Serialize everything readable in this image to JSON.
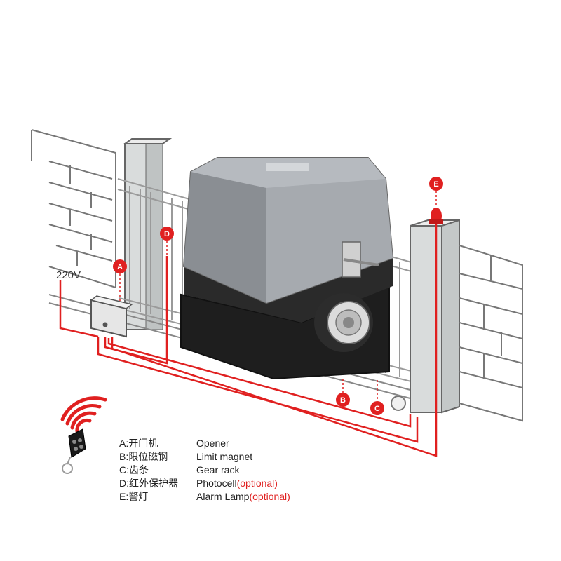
{
  "voltage_label": "220V",
  "markers": {
    "A": "A",
    "B": "B",
    "C": "C",
    "D": "D",
    "E": "E"
  },
  "legend": [
    {
      "code": "A:开门机",
      "name": "Opener",
      "optional": ""
    },
    {
      "code": "B:限位磁钢",
      "name": "Limit magnet",
      "optional": ""
    },
    {
      "code": "C:齿条",
      "name": "Gear rack",
      "optional": ""
    },
    {
      "code": "D:红外保护器",
      "name": "Photocell",
      "optional": "(optional)"
    },
    {
      "code": "E:警灯",
      "name": "Alarm Lamp",
      "optional": "(optional)"
    }
  ],
  "colors": {
    "wire": "#e02020",
    "motor_top": "#9a9ea3",
    "motor_base": "#1e1e1e",
    "gate": "#c9c9c9",
    "wall": "#777777"
  },
  "icons": [
    "remote-control-icon",
    "wireless-signal-icon"
  ]
}
